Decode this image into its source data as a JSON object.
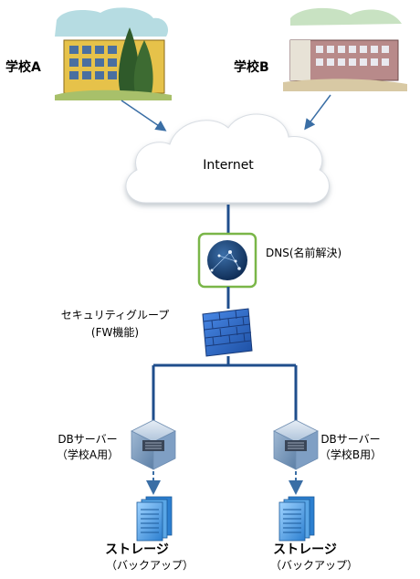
{
  "schools": [
    {
      "label": "学校A"
    },
    {
      "label": "学校B"
    }
  ],
  "internet": {
    "label": "Internet"
  },
  "dns": {
    "label": "DNS(名前解決)"
  },
  "security_group": {
    "line1": "セキュリティグループ",
    "line2": "(FW機能)"
  },
  "db_servers": [
    {
      "line1": "DBサーバー",
      "line2": "（学校A用）"
    },
    {
      "line1": "DBサーバー",
      "line2": "（学校B用）"
    }
  ],
  "storages": [
    {
      "title": "ストレージ",
      "sub": "（バックアップ）"
    },
    {
      "title": "ストレージ",
      "sub": "（バックアップ）"
    }
  ],
  "colors": {
    "line": "#1f4e8c",
    "arrow": "#3a6ea5",
    "dns_border": "#7ab648",
    "firewall": "#2f6fd1",
    "server": "#4a7fb5",
    "storage": "#3f8fd8"
  }
}
